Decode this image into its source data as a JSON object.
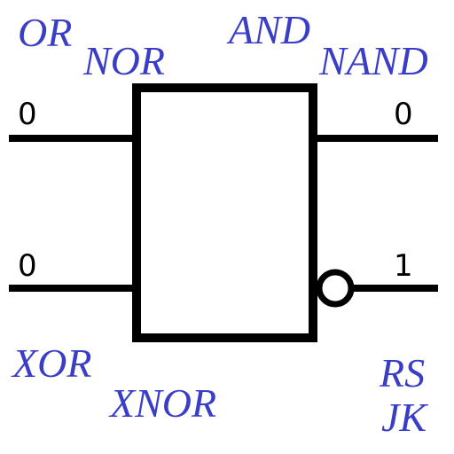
{
  "gate_labels": {
    "or": "OR",
    "nor": "NOR",
    "and": "AND",
    "nand": "NAND",
    "xor": "XOR",
    "xnor": "XNOR",
    "rs": "RS",
    "jk": "JK"
  },
  "io": {
    "input_a": "0",
    "input_b": "0",
    "output_q": "0",
    "output_q_bar": "1"
  },
  "colors": {
    "label": "#3a3ec6",
    "wire": "#000000",
    "background": "#ffffff"
  }
}
